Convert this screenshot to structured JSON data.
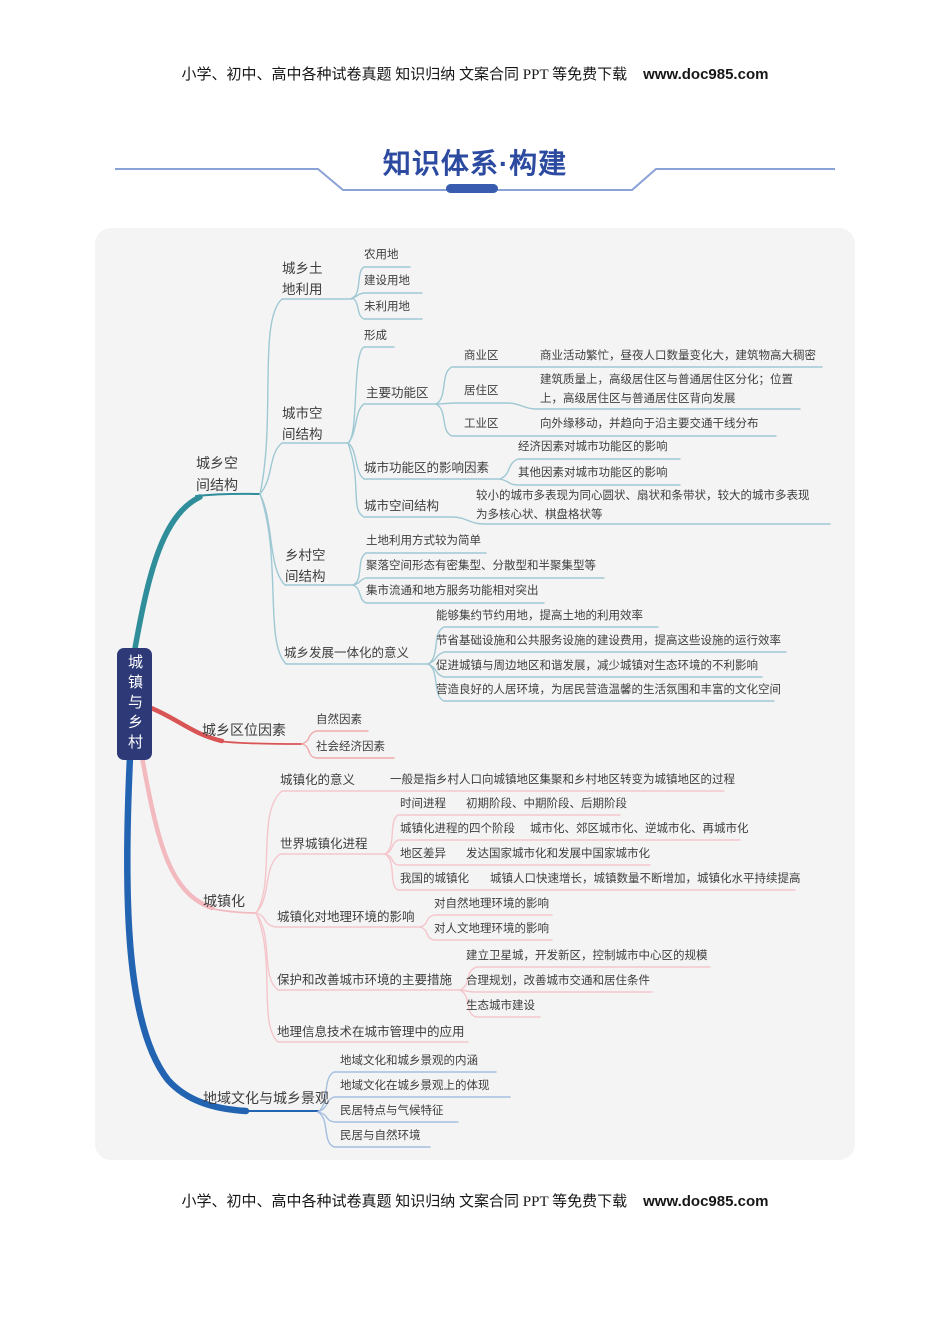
{
  "page": {
    "header": {
      "line": "小学、初中、高中各种试卷真题 知识归纳 文案合同 PPT 等免费下载",
      "site": "www.doc985.com"
    },
    "title": "知识体系·构建",
    "footer": {
      "line": "小学、初中、高中各种试卷真题 知识归纳 文案合同 PPT 等免费下载",
      "site": "www.doc985.com"
    }
  },
  "colors": {
    "branch_teal": "#2f8e9a",
    "branch_red": "#d95454",
    "branch_pink": "#f2b9bf",
    "branch_blue": "#2263b2",
    "sub_teal": "#9fc8d3",
    "sub_red": "#eeaaaa",
    "sub_pink": "#f4c6cb",
    "sub_blue": "#a4bede",
    "root_bg": "#2e3a78",
    "title_blue": "#2b4aa0",
    "text": "#3e3e3e"
  },
  "map": {
    "root": "城镇与乡村",
    "b1": {
      "label": "城乡空间结构",
      "landuse": {
        "label": "城乡土地利用",
        "items": [
          "农用地",
          "建设用地",
          "未利用地"
        ]
      },
      "urban": {
        "label": "城市空间结构",
        "form": "形成",
        "zones": {
          "label": "主要功能区",
          "rows": [
            {
              "name": "商业区",
              "desc": "商业活动繁忙，昼夜人口数量变化大，建筑物高大稠密"
            },
            {
              "name": "居住区",
              "desc": "建筑质量上，高级居住区与普通居住区分化；位置上，高级居住区与普通居住区背向发展"
            },
            {
              "name": "工业区",
              "desc": "向外缘移动，并趋向于沿主要交通干线分布"
            }
          ]
        },
        "factors": {
          "label": "城市功能区的影响因素",
          "items": [
            "经济因素对城市功能区的影响",
            "其他因素对城市功能区的影响"
          ]
        },
        "structure": {
          "label": "城市空间结构",
          "desc": "较小的城市多表现为同心圆状、扇状和条带状，较大的城市多表现为多核心状、棋盘格状等"
        }
      },
      "rural": {
        "label": "乡村空间结构",
        "items": [
          "土地利用方式较为简单",
          "聚落空间形态有密集型、分散型和半聚集型等",
          "集市流通和地方服务功能相对突出"
        ]
      },
      "integration": {
        "label": "城乡发展一体化的意义",
        "items": [
          "能够集约节约用地，提高土地的利用效率",
          "节省基础设施和公共服务设施的建设费用，提高这些设施的运行效率",
          "促进城镇与周边地区和谐发展，减少城镇对生态环境的不利影响",
          "营造良好的人居环境，为居民营造温馨的生活氛围和丰富的文化空间"
        ]
      }
    },
    "b2": {
      "label": "城乡区位因素",
      "items": [
        "自然因素",
        "社会经济因素"
      ]
    },
    "b3": {
      "label": "城镇化",
      "meaning": {
        "label": "城镇化的意义",
        "desc": "一般是指乡村人口向城镇地区集聚和乡村地区转变为城镇地区的过程"
      },
      "world": {
        "label": "世界城镇化进程",
        "rows": [
          {
            "name": "时间进程",
            "desc": "初期阶段、中期阶段、后期阶段"
          },
          {
            "name": "城镇化进程的四个阶段",
            "desc": "城市化、郊区城市化、逆城市化、再城市化"
          },
          {
            "name": "地区差异",
            "desc": "发达国家城市化和发展中国家城市化"
          },
          {
            "name": "我国的城镇化",
            "desc": "城镇人口快速增长，城镇数量不断增加，城镇化水平持续提高"
          }
        ]
      },
      "impact": {
        "label": "城镇化对地理环境的影响",
        "items": [
          "对自然地理环境的影响",
          "对人文地理环境的影响"
        ]
      },
      "measures": {
        "label": "保护和改善城市环境的主要措施",
        "items": [
          "建立卫星城，开发新区，控制城市中心区的规模",
          "合理规划，改善城市交通和居住条件",
          "生态城市建设"
        ]
      },
      "gis": {
        "label": "地理信息技术在城市管理中的应用"
      }
    },
    "b4": {
      "label": "地域文化与城乡景观",
      "items": [
        "地域文化和城乡景观的内涵",
        "地域文化在城乡景观上的体现",
        "民居特点与气候特征",
        "民居与自然环境"
      ]
    }
  }
}
